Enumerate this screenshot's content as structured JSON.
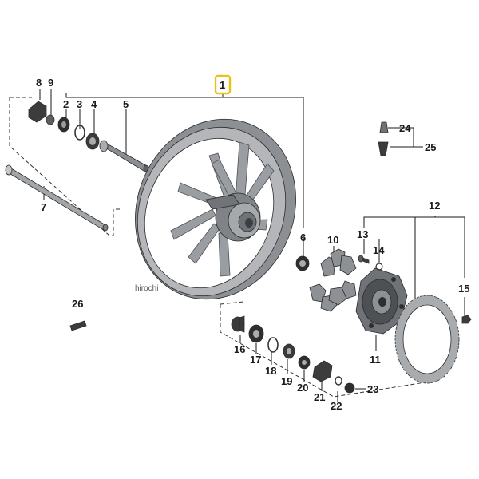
{
  "diagram": {
    "watermark": "hirochi",
    "highlight_color": "#e8c21a",
    "part_colors": {
      "rim": "#a2a4a7",
      "rim_dark": "#6f7275",
      "metal": "#8d9094",
      "metal_dark": "#4a4d50",
      "black": "#2a2a2a"
    },
    "callouts": {
      "c1": "1",
      "c2": "2",
      "c3": "3",
      "c4": "4",
      "c5": "5",
      "c6": "6",
      "c7": "7",
      "c8": "8",
      "c9": "9",
      "c10": "10",
      "c11": "11",
      "c12": "12",
      "c13": "13",
      "c14": "14",
      "c15": "15",
      "c16": "16",
      "c17": "17",
      "c18": "18",
      "c19": "19",
      "c20": "20",
      "c21": "21",
      "c22": "22",
      "c23": "23",
      "c24": "24",
      "c25": "25",
      "c26": "26"
    }
  }
}
